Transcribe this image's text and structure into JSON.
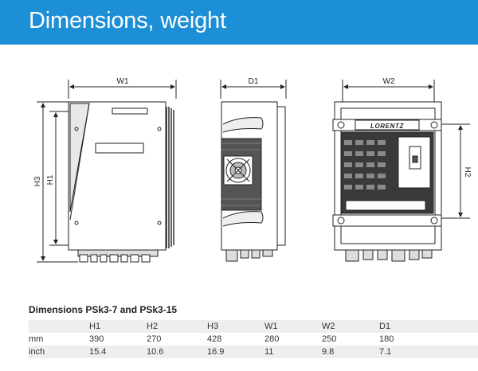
{
  "header": {
    "title": "Dimensions, weight"
  },
  "drawings": {
    "front_view": {
      "dim_width": "W1",
      "dim_height_outer": "H3",
      "dim_height_inner": "H1"
    },
    "side_view": {
      "dim_depth": "D1"
    },
    "open_view": {
      "dim_width": "W2",
      "dim_height": "H2",
      "brand_plate": "LORENTZ"
    }
  },
  "table": {
    "title": "Dimensions PSk3-7 and PSk3-15",
    "columns": [
      "",
      "H1",
      "H2",
      "H3",
      "W1",
      "W2",
      "D1"
    ],
    "rows": [
      {
        "unit": "mm",
        "values": [
          "390",
          "270",
          "428",
          "280",
          "250",
          "180"
        ]
      },
      {
        "unit": "inch",
        "values": [
          "15.4",
          "10.6",
          "16.9",
          "11",
          "9.8",
          "7.1"
        ]
      }
    ]
  }
}
